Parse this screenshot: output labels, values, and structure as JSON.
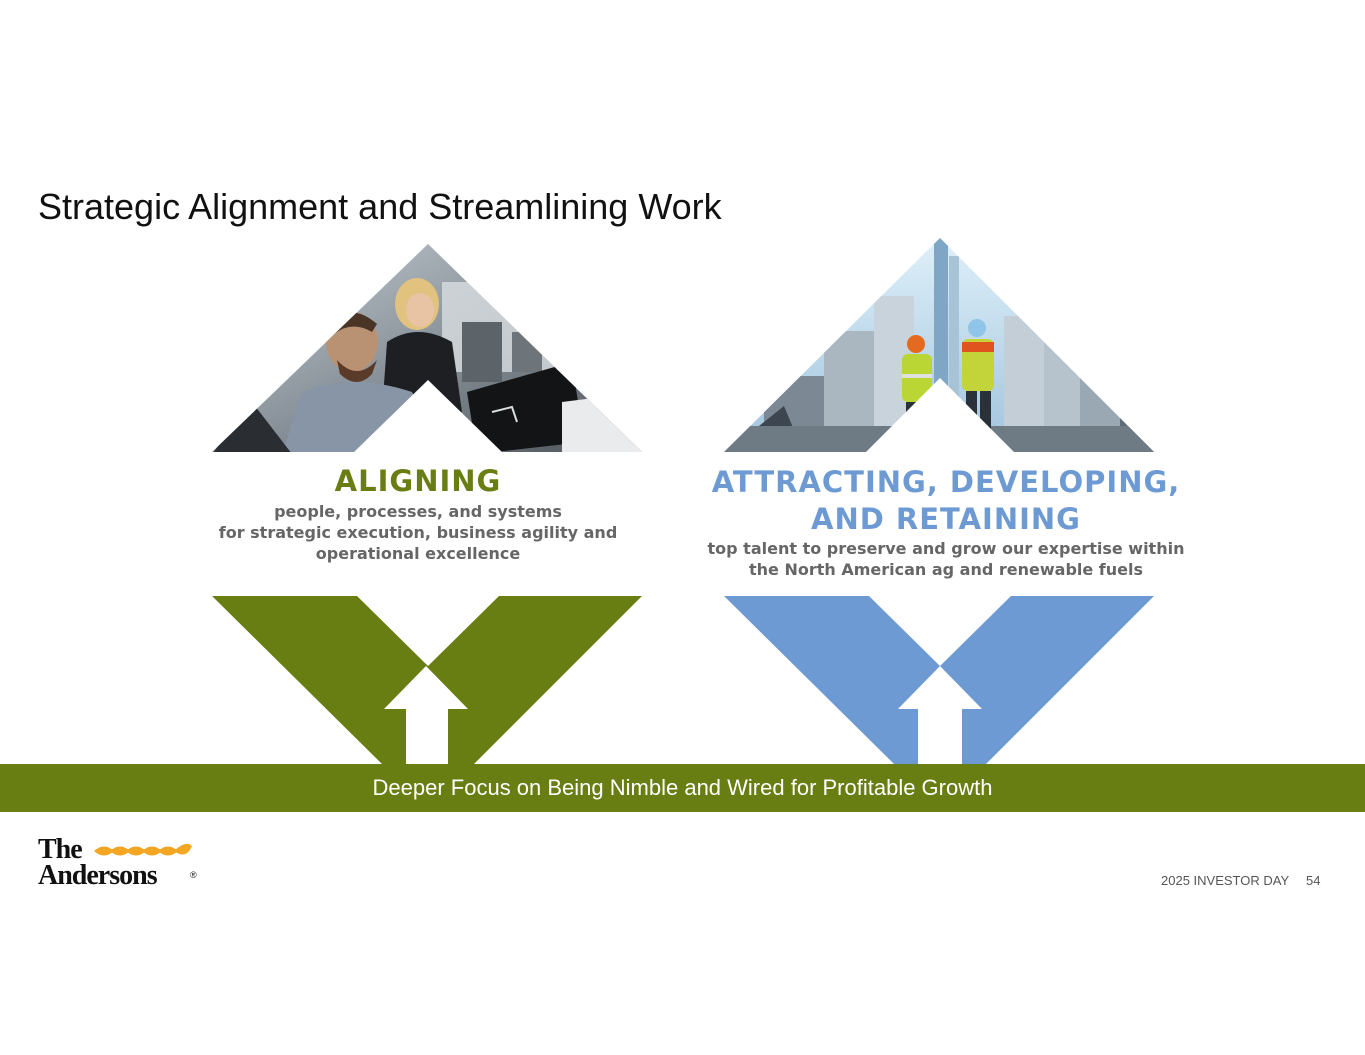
{
  "slide": {
    "title": "Strategic Alignment and Streamlining Work"
  },
  "pillars": [
    {
      "heading": "ALIGNING",
      "body_lines": [
        "people, processes, and systems",
        "for strategic execution, business agility and",
        "operational excellence"
      ],
      "accent_color": "#687d12",
      "photo": "office-team-at-computers"
    },
    {
      "heading_lines": [
        "ATTRACTING, DEVELOPING,",
        "AND RETAINING"
      ],
      "body_lines": [
        "top talent to preserve and grow our expertise within",
        "the North American ag and renewable fuels"
      ],
      "accent_color": "#6e9ad4",
      "photo": "workers-at-renewable-fuels-plant"
    }
  ],
  "focus_bar": {
    "text": "Deeper Focus on Being Nimble and Wired for Profitable Growth",
    "color": "#687d12"
  },
  "logo": {
    "line1": "The",
    "line2": "Andersons",
    "mark": "®",
    "icon": "wheat-stalk-icon",
    "icon_color": "#f2a623"
  },
  "footer": {
    "event": "2025 INVESTOR DAY",
    "page_number": "54"
  }
}
